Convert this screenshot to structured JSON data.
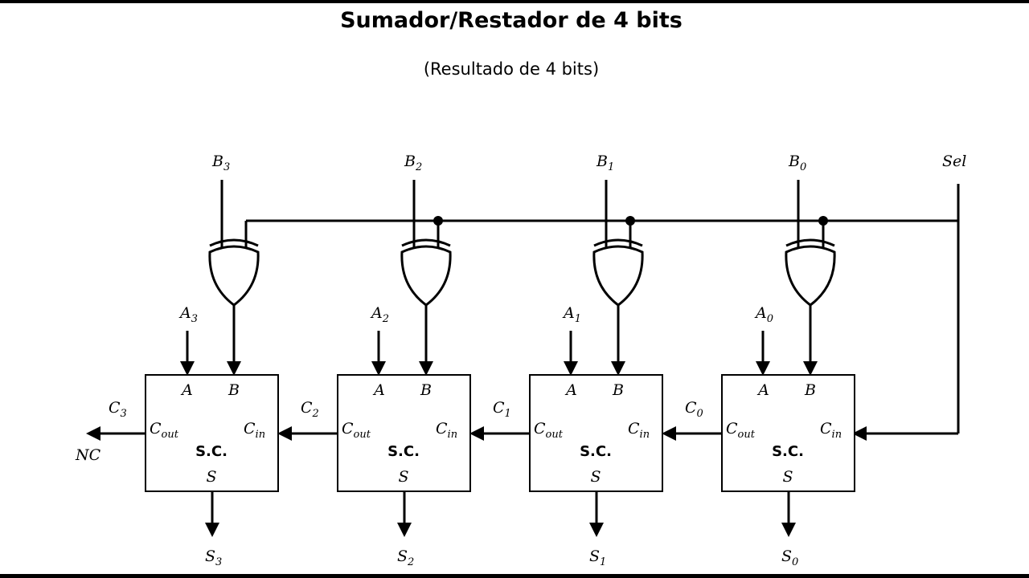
{
  "title": "Sumador/Restador de 4 bits",
  "subtitle": "(Resultado de 4 bits)",
  "sel_label": "Sel",
  "nc_label": "NC",
  "stages": [
    {
      "b_main": "B",
      "b_sub": "3",
      "a_main": "A",
      "a_sub": "3",
      "s_main": "S",
      "s_sub": "3",
      "c_main": "C",
      "c_sub": "3"
    },
    {
      "b_main": "B",
      "b_sub": "2",
      "a_main": "A",
      "a_sub": "2",
      "s_main": "S",
      "s_sub": "2",
      "c_main": "C",
      "c_sub": "2"
    },
    {
      "b_main": "B",
      "b_sub": "1",
      "a_main": "A",
      "a_sub": "1",
      "s_main": "S",
      "s_sub": "1",
      "c_main": "C",
      "c_sub": "1"
    },
    {
      "b_main": "B",
      "b_sub": "0",
      "a_main": "A",
      "a_sub": "0",
      "s_main": "S",
      "s_sub": "0",
      "c_main": "C",
      "c_sub": "0"
    }
  ],
  "block": {
    "name": "S.C.",
    "port_a": "A",
    "port_b": "B",
    "port_s": "S",
    "cout_main": "C",
    "cout_sub": "out",
    "cin_main": "C",
    "cin_sub": "in"
  }
}
